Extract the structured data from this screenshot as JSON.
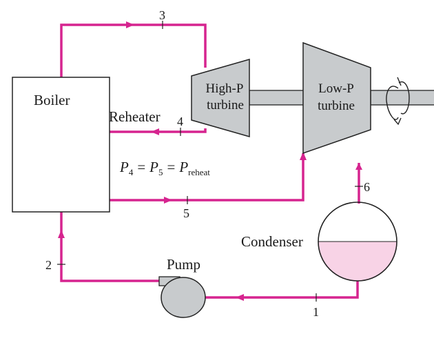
{
  "components": {
    "boiler": "Boiler",
    "reheater": "Reheater",
    "hp_turbine": [
      "High-P",
      "turbine"
    ],
    "lp_turbine": [
      "Low-P",
      "turbine"
    ],
    "condenser": "Condenser",
    "pump": "Pump"
  },
  "equation": {
    "p": "P",
    "s4": "4",
    "s5": "5",
    "sr": "reheat",
    "eq": "="
  },
  "states": [
    "1",
    "2",
    "3",
    "4",
    "5",
    "6"
  ],
  "colors": {
    "pipe": "#d6248f",
    "equipment_fill": "#c8cbcd",
    "condensate_fill": "#f8d3e6",
    "outline": "#222222"
  }
}
